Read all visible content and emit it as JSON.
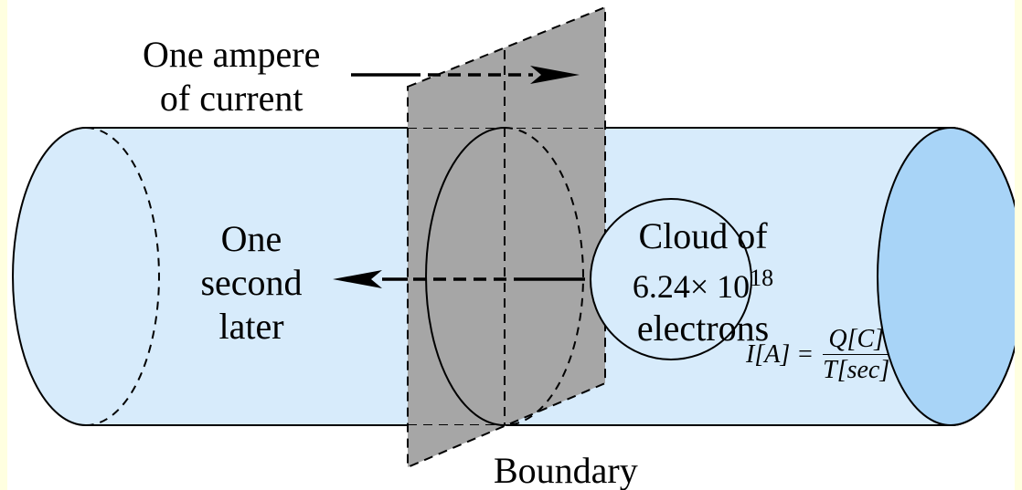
{
  "labels": {
    "current_line1": "One ampere",
    "current_line2": "of current",
    "later_line1": "One",
    "later_line2": "second",
    "later_line3": "later",
    "cloud_line1": "Cloud of",
    "cloud_mantissa": "6.24× 10",
    "cloud_exponent": "18",
    "cloud_line3": "electrons",
    "boundary": "Boundary"
  },
  "formula": {
    "lhs": "I[A] = ",
    "numerator": "Q[C]",
    "denominator": "T[sec]"
  },
  "colors": {
    "page_background": "#ffffe0",
    "cylinder_fill": "#d7ebfb",
    "cylinder_end_face": "#a8d4f7",
    "boundary_plane": "#a6a6a6",
    "outline": "#000000"
  }
}
